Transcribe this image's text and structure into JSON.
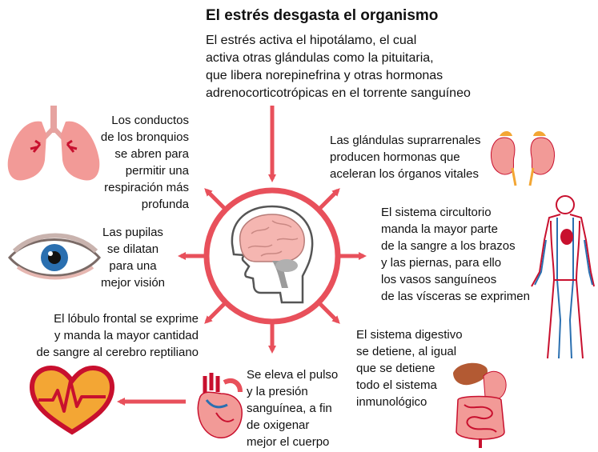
{
  "title": "El estrés desgasta el organismo",
  "intro": [
    "El estrés activa el hipotálamo, el cual",
    "activa otras glándulas como la pituitaria,",
    "que libera norepinefrina y otras hormonas",
    "adrenocorticotrópicas en el torrente sanguíneo"
  ],
  "lungs": {
    "icon": "lungs-icon",
    "text": [
      "Los conductos",
      "de los bronquios",
      "se abren para",
      "permitir una",
      "respiración más",
      "profunda"
    ]
  },
  "eye": {
    "icon": "eye-icon",
    "text": [
      "Las pupilas",
      "se dilatan",
      "para una",
      "mejor visión"
    ]
  },
  "frontal": {
    "icon": "heart-pulse-icon",
    "text": [
      "El lóbulo frontal se exprime",
      "y manda la mayor cantidad",
      "de sangre al cerebro reptiliano"
    ]
  },
  "pulse": {
    "icon": "heart-icon",
    "text": [
      "Se eleva el pulso",
      "y la presión",
      "sanguínea, a fin",
      "de oxigenar",
      "mejor el cuerpo"
    ]
  },
  "adrenal": {
    "icon": "kidneys-icon",
    "text": [
      "Las glándulas suprarrenales",
      "producen hormonas que",
      "aceleran los órganos vitales"
    ]
  },
  "circulatory": {
    "icon": "circulatory-system-icon",
    "text": [
      "El sistema circultorio",
      "manda la mayor parte",
      "de la sangre a los brazos",
      "y las piernas, para ello",
      "los vasos sanguíneos",
      "de las vísceras se exprimen"
    ]
  },
  "digestive": {
    "icon": "digestive-system-icon",
    "text": [
      "El sistema digestivo",
      "se detiene, al igual",
      "que se detiene",
      "todo el sistema",
      "inmunológico"
    ]
  },
  "colors": {
    "accent": "#e8505b",
    "dark_red": "#c8102e",
    "brain_pink": "#f5b6b1",
    "organ_pink": "#f29a97"
  }
}
